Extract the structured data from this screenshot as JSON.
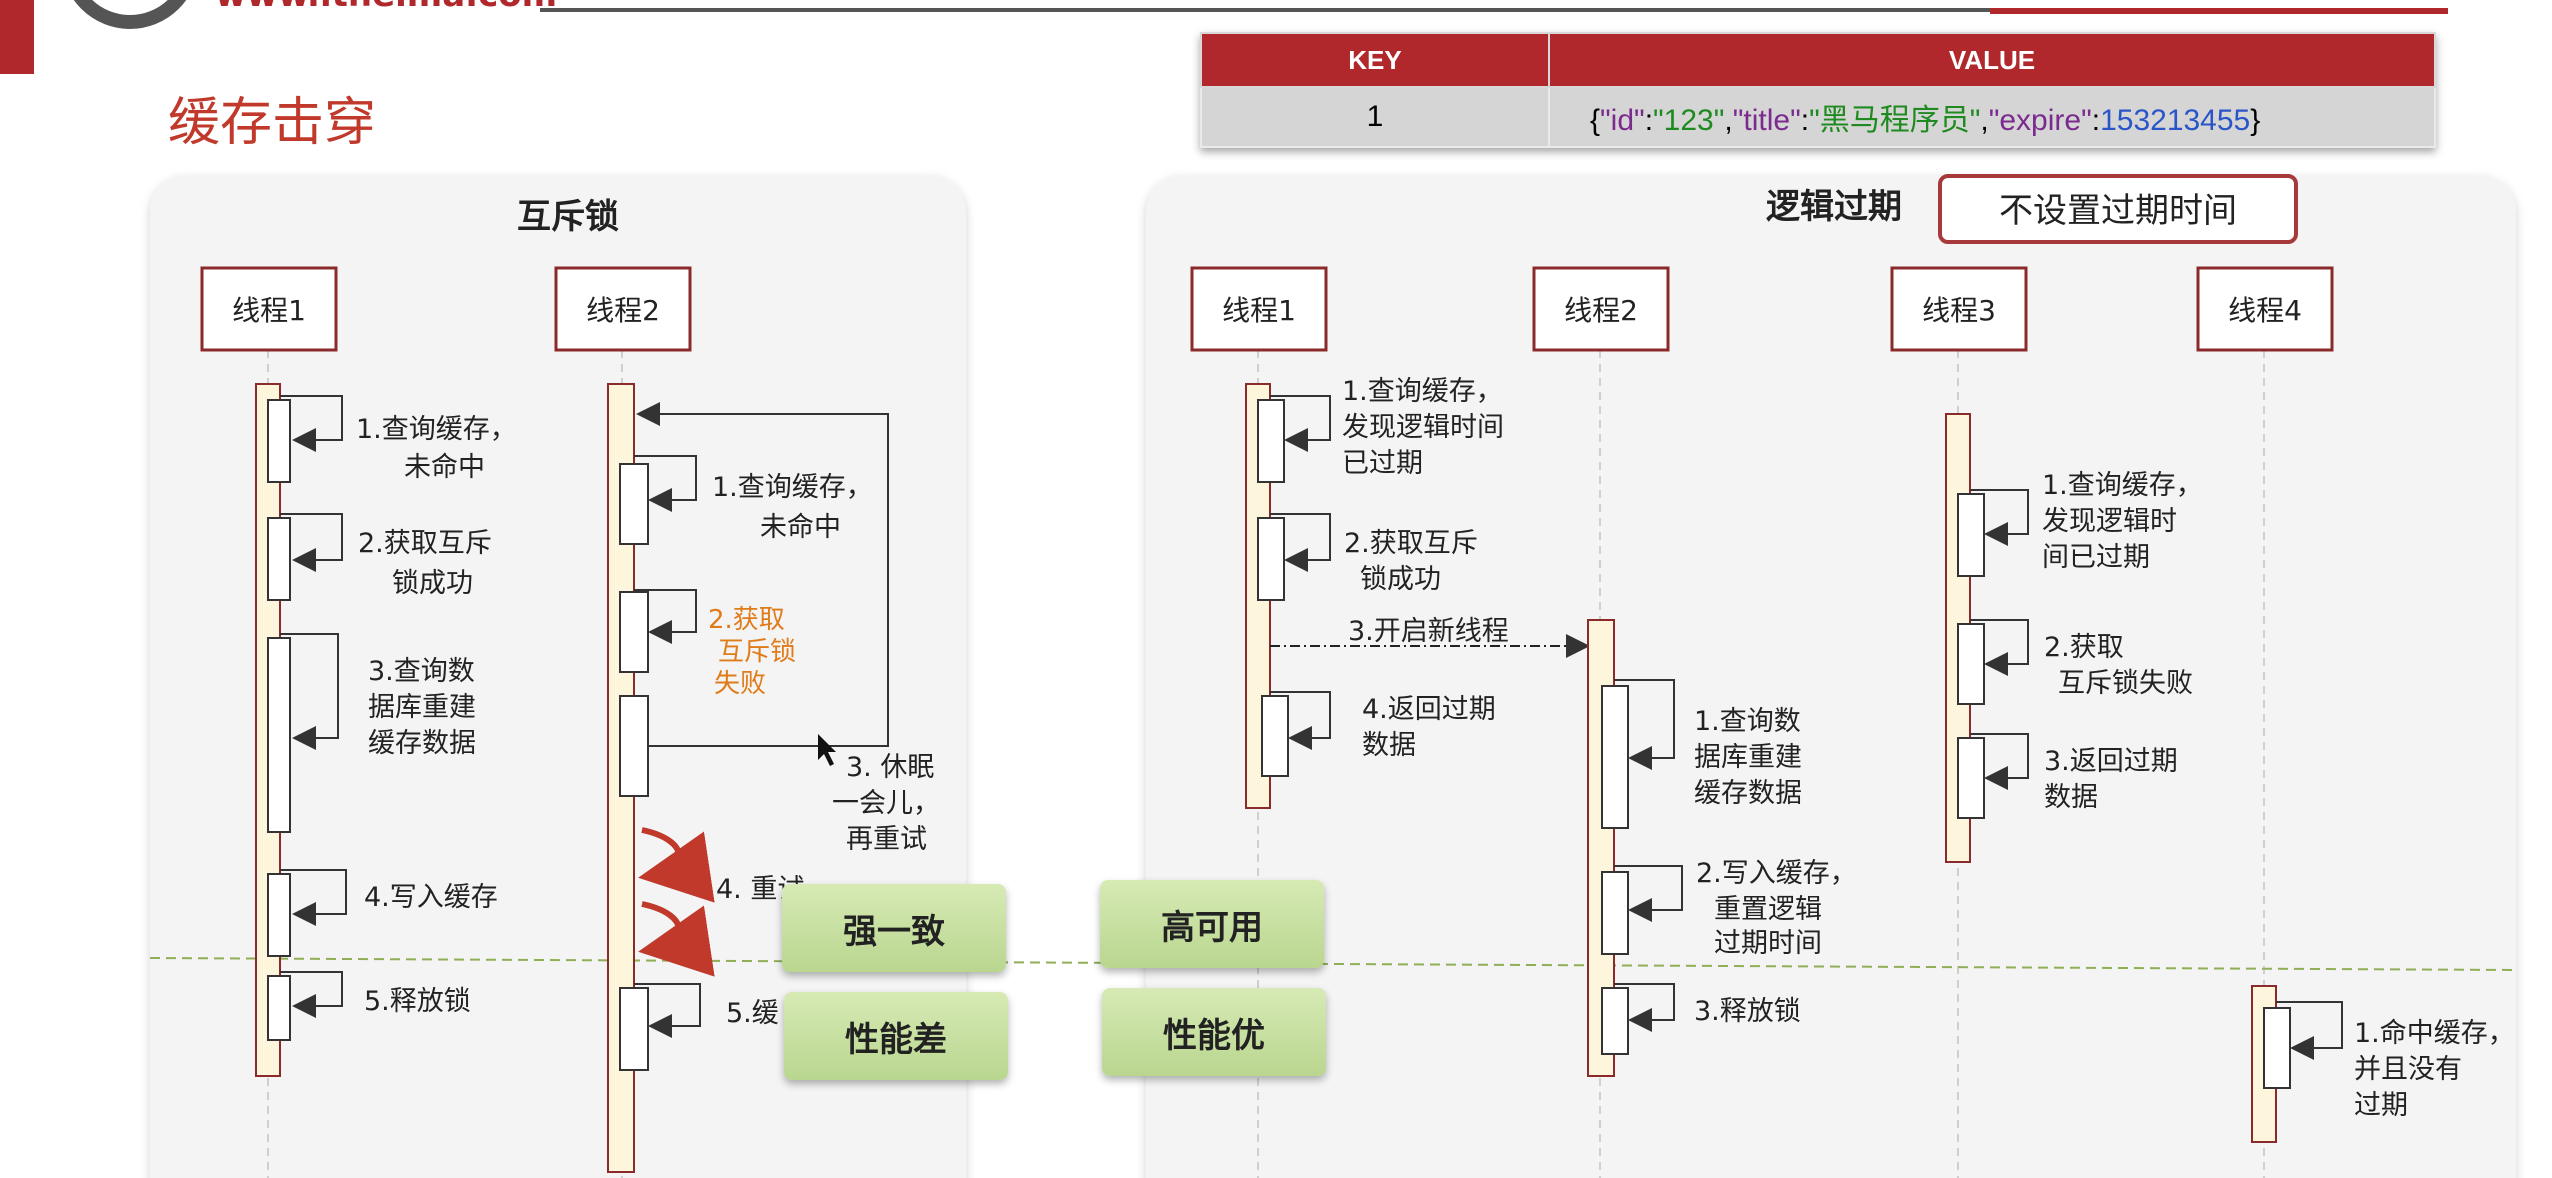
{
  "page": {
    "site_logo_text": "www.itheima.com",
    "title": "缓存击穿",
    "cache_table": {
      "headers": [
        "KEY",
        "VALUE"
      ],
      "row": {
        "key": "1",
        "value_parts": [
          "{",
          "\"id\"",
          ":",
          "\"123\"",
          ",",
          "\"title\"",
          ":",
          "\"黑马程序员\"",
          ",",
          "\"expire\"",
          ":",
          "153213455",
          "}"
        ]
      }
    }
  },
  "mutex": {
    "title": "互斥锁",
    "thread1": "线程1",
    "thread2": "线程2",
    "t1_steps": [
      "1.查询缓存，",
      "未命中",
      "2.获取互斥",
      "锁成功",
      "3.查询数",
      "据库重建",
      "缓存数据",
      "4.写入缓存",
      "5.释放锁"
    ],
    "t2_steps": [
      "1.查询缓存，",
      "未命中",
      "2.获取",
      "互斥锁",
      "失败",
      "3. 休眠",
      "一会儿，",
      "再重试",
      "4. 重试",
      "5.缓"
    ]
  },
  "logical": {
    "title": "逻辑过期",
    "no_expire_label": "不设置过期时间",
    "threads": [
      "线程1",
      "线程2",
      "线程3",
      "线程4"
    ],
    "t1_steps": [
      "1.查询缓存，",
      "发现逻辑时间",
      "已过期",
      "2.获取互斥",
      "锁成功",
      "3.开启新线程",
      "4.返回过期",
      "数据"
    ],
    "t2_steps": [
      "1.查询数",
      "据库重建",
      "缓存数据",
      "2.写入缓存，",
      "重置逻辑",
      "过期时间",
      "3.释放锁"
    ],
    "t3_steps": [
      "1.查询缓存，",
      "发现逻辑时",
      "间已过期",
      "2.获取",
      "互斥锁失败",
      "3.返回过期",
      "数据"
    ],
    "t4_steps": [
      "1.命中缓存，",
      "并且没有",
      "过期"
    ]
  },
  "badges": {
    "strong_consistency": "强一致",
    "poor_performance": "性能差",
    "high_availability": "高可用",
    "good_performance": "性能优"
  },
  "colors": {
    "brand_red": "#b0282b",
    "title_red": "#c0392b",
    "orange_text": "#e07b1a",
    "lifeline_fill": "#fdf6dc",
    "badge_green": "#c6df9f"
  }
}
